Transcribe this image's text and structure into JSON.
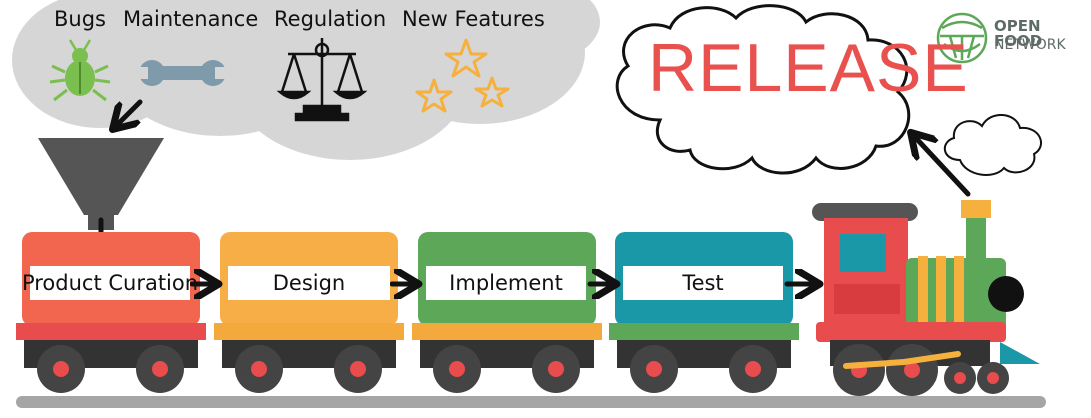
{
  "inputs": {
    "bugs": "Bugs",
    "maintenance": "Maintenance",
    "regulation": "Regulation",
    "new_features": "New Features"
  },
  "pipeline": {
    "stages": [
      "Product Curation",
      "Design",
      "Implement",
      "Test"
    ],
    "release": "RELEASE"
  },
  "logo": {
    "line1": "OPEN FOOD",
    "line2": "NETWORK"
  },
  "colors": {
    "curation_car": "#f2654f",
    "design_car": "#f7ae47",
    "implement_car": "#5ca758",
    "test_car": "#1a98a8",
    "release_text": "#e9514e",
    "cloud": "#d6d6d6",
    "funnel": "#555555",
    "logo_green": "#5ca758"
  },
  "icons": [
    "bug-icon",
    "wrench-icon",
    "scales-icon",
    "star-icon"
  ]
}
